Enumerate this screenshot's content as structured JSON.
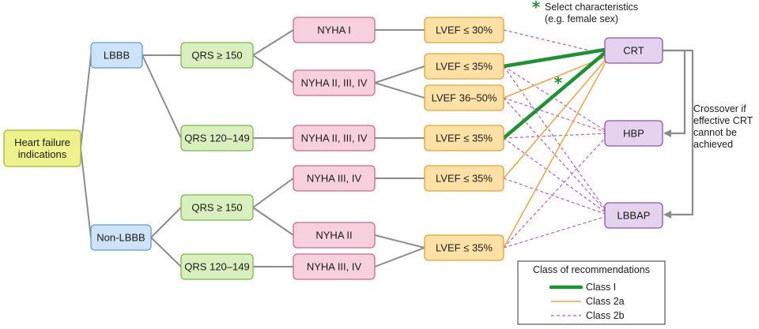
{
  "colors": {
    "root": {
      "fill": "#eef28c",
      "stroke": "#a9b531"
    },
    "branch": {
      "fill": "#cfe3f8",
      "stroke": "#5b9bd5"
    },
    "qrs": {
      "fill": "#d9efbd",
      "stroke": "#79b84a"
    },
    "nyha": {
      "fill": "#f6d0dc",
      "stroke": "#d0688c"
    },
    "lvef": {
      "fill": "#ffe1a5",
      "stroke": "#e4a233"
    },
    "pacing": {
      "fill": "#e4d2ee",
      "stroke": "#8a56a8"
    },
    "class1": "#1e9232",
    "class2a": "#f0a341",
    "class2b": "#b260c2"
  },
  "nodes": {
    "root": "Heart failure\nindications",
    "lbbb": "LBBB",
    "nonlbbb": "Non-LBBB",
    "q1": "QRS ≥ 150",
    "q2": "QRS 120–149",
    "q3": "QRS ≥ 150",
    "q4": "QRS 120–149",
    "n1": "NYHA I",
    "n2": "NYHA II, III, IV",
    "n3": "NYHA II, III, IV",
    "n4": "NYHA III, IV",
    "n5": "NYHA II",
    "n6": "NYHA III, IV",
    "l1": "LVEF ≤ 30%",
    "l2": "LVEF ≤ 35%",
    "l3": "LVEF 36–50%",
    "l4": "LVEF ≤ 35%",
    "l5": "LVEF ≤ 35%",
    "l6": "LVEF ≤ 35%",
    "crt": "CRT",
    "hbp": "HBP",
    "lbbap": "LBBAP"
  },
  "annotations": {
    "asterisk": "*",
    "select_line1": "Select characteristics",
    "select_line2": "(e.g. female sex)",
    "crossover": "Crossover if\neffective CRT\ncannot be\nachieved"
  },
  "legend": {
    "title": "Class of recommendations",
    "items": [
      {
        "label": "Class I",
        "style": "class1"
      },
      {
        "label": "Class 2a",
        "style": "class2a"
      },
      {
        "label": "Class 2b",
        "style": "class2b"
      }
    ]
  },
  "connections": {
    "tree": [
      [
        "root",
        "lbbb"
      ],
      [
        "root",
        "nonlbbb"
      ],
      [
        "lbbb",
        "q1"
      ],
      [
        "lbbb",
        "q2"
      ],
      [
        "q1",
        "n1"
      ],
      [
        "q1",
        "n2"
      ],
      [
        "q2",
        "n3"
      ],
      [
        "n1",
        "l1"
      ],
      [
        "n2",
        "l2"
      ],
      [
        "n2",
        "l3"
      ],
      [
        "n3",
        "l4"
      ],
      [
        "nonlbbb",
        "q3"
      ],
      [
        "nonlbbb",
        "q4"
      ],
      [
        "q3",
        "n4"
      ],
      [
        "q3",
        "n5"
      ],
      [
        "q4",
        "n6"
      ],
      [
        "n4",
        "l5"
      ],
      [
        "n5",
        "l6"
      ],
      [
        "n6",
        "l6"
      ]
    ],
    "recommendations": [
      [
        "l2",
        "crt",
        "class1"
      ],
      [
        "l4",
        "crt",
        "class1"
      ],
      [
        "l3",
        "crt",
        "class2a"
      ],
      [
        "l5",
        "crt",
        "class2a"
      ],
      [
        "l6",
        "crt",
        "class2a"
      ],
      [
        "l1",
        "crt",
        "class2b"
      ],
      [
        "l2",
        "hbp",
        "class2b"
      ],
      [
        "l2",
        "lbbap",
        "class2b"
      ],
      [
        "l3",
        "hbp",
        "class2b"
      ],
      [
        "l3",
        "lbbap",
        "class2b"
      ],
      [
        "l4",
        "hbp",
        "class2b"
      ],
      [
        "l4",
        "lbbap",
        "class2b"
      ],
      [
        "l5",
        "lbbap",
        "class2b"
      ],
      [
        "l6",
        "hbp",
        "class2b"
      ],
      [
        "l6",
        "lbbap",
        "class2b"
      ]
    ]
  }
}
